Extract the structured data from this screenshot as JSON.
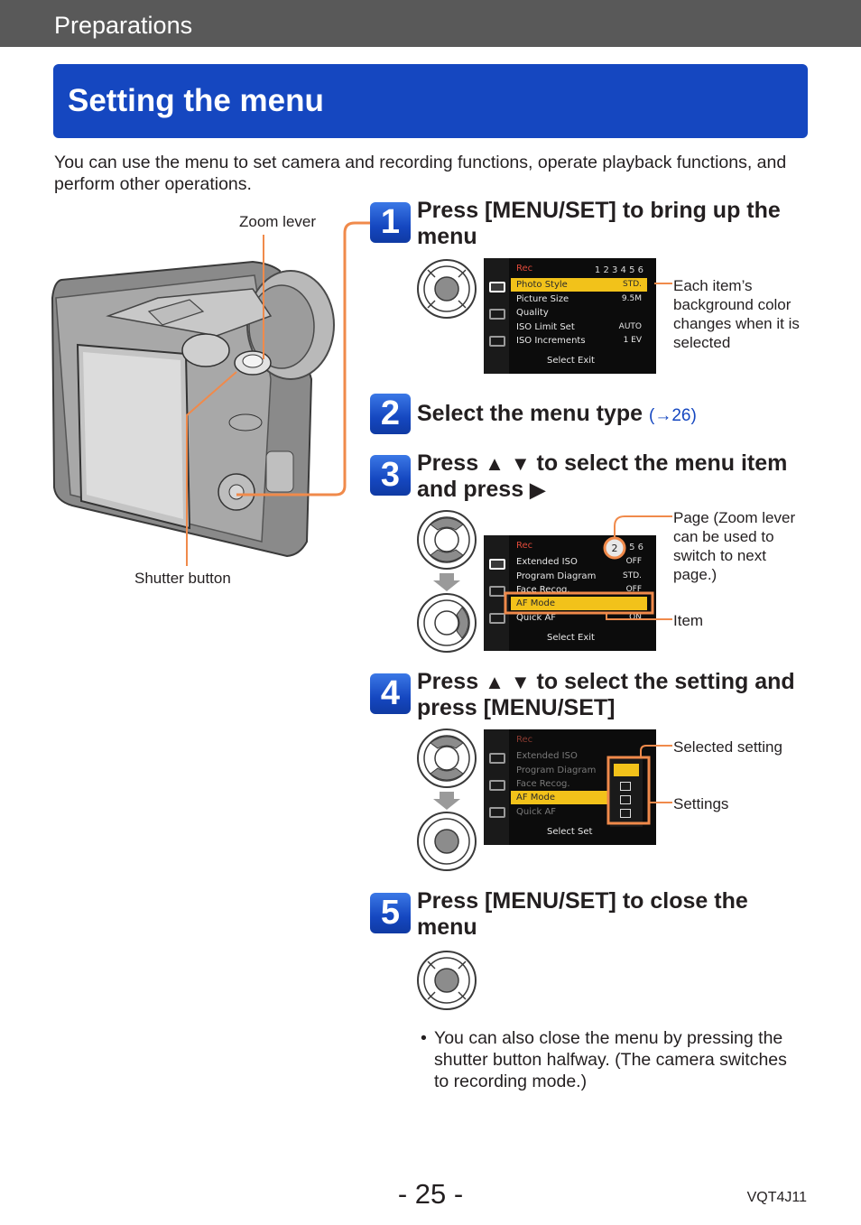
{
  "header": {
    "section": "Preparations"
  },
  "title": "Setting the menu",
  "intro": "You can use the menu to set camera and recording functions, operate playback functions, and perform other operations.",
  "camera_labels": {
    "zoom_lever": "Zoom lever",
    "shutter_button": "Shutter button"
  },
  "steps": [
    {
      "number": "1",
      "title": "Press [MENU/SET] to bring up the menu",
      "callout": "Each item’s background color changes when it is selected"
    },
    {
      "number": "2",
      "title": "Select the menu type",
      "ref": "(→26)"
    },
    {
      "number": "3",
      "title_pre": "Press",
      "title_mid": "to select the menu item and press",
      "arrow_up": "▲",
      "arrow_down": "▼",
      "arrow_right": "▶",
      "callout_page": "Page (Zoom lever can be used to switch to next page.)",
      "callout_item": "Item"
    },
    {
      "number": "4",
      "title_pre": "Press",
      "title_mid": "to select the setting and press [MENU/SET]",
      "arrow_up": "▲",
      "arrow_down": "▼",
      "callout_selected": "Selected setting",
      "callout_settings": "Settings"
    },
    {
      "number": "5",
      "title": "Press [MENU/SET] to close the menu",
      "note_bullet": "•",
      "note": "You can also close the menu by pressing the shutter button halfway. (The camera switches to recording mode.)"
    }
  ],
  "screen1": {
    "rec": "Rec",
    "pages": "1 2 3 4 5 6",
    "rows": [
      {
        "label": "Photo Style",
        "value": "STD."
      },
      {
        "label": "Picture Size",
        "value": "9.5M"
      },
      {
        "label": "Quality",
        "value": ""
      },
      {
        "label": "ISO Limit Set",
        "value": "AUTO"
      },
      {
        "label": "ISO Increments",
        "value": "1 EV"
      }
    ],
    "footer": "Select     Exit"
  },
  "screen2": {
    "rec": "Rec",
    "page_circle": "2",
    "pages": "3 4 5 6",
    "rows": [
      {
        "label": "Extended ISO",
        "value": "OFF"
      },
      {
        "label": "Program Diagram",
        "value": "STD."
      },
      {
        "label": "Face Recog.",
        "value": "OFF"
      },
      {
        "label": "AF Mode",
        "value": ""
      },
      {
        "label": "Quick AF",
        "value": "ON"
      }
    ],
    "footer": "Select     Exit"
  },
  "screen3": {
    "rec": "Rec",
    "rows": [
      {
        "label": "Extended ISO"
      },
      {
        "label": "Program Diagram"
      },
      {
        "label": "Face Recog."
      },
      {
        "label": "AF Mode"
      },
      {
        "label": "Quick AF"
      }
    ],
    "footer": "Select     Set"
  },
  "footer": {
    "page": "- 25 -",
    "code": "VQT4J11"
  },
  "colors": {
    "accent_blue": "#1547c0",
    "callout_orange": "#f08a4b",
    "highlight_yellow": "#f2c21a",
    "header_gray": "#595959"
  }
}
